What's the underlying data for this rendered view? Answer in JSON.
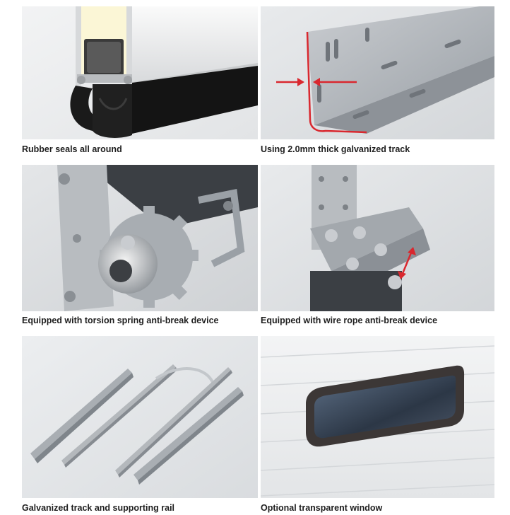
{
  "panels": [
    {
      "caption": "Rubber seals all around",
      "image": "rubber-seal-photo"
    },
    {
      "caption": "Using 2.0mm thick galvanized track",
      "image": "galvanized-track-photo"
    },
    {
      "caption": "Equipped with torsion spring anti-break device",
      "image": "torsion-spring-device-photo"
    },
    {
      "caption": "Equipped with wire rope anti-break device",
      "image": "wire-rope-device-photo"
    },
    {
      "caption": "Galvanized track and supporting rail",
      "image": "track-rails-photo"
    },
    {
      "caption": "Optional transparent window",
      "image": "transparent-window-photo"
    }
  ],
  "colors": {
    "accent_arrow": "#d9282f",
    "caption_text": "#1e1e1e",
    "photo_bg": "#e6e8ea"
  }
}
